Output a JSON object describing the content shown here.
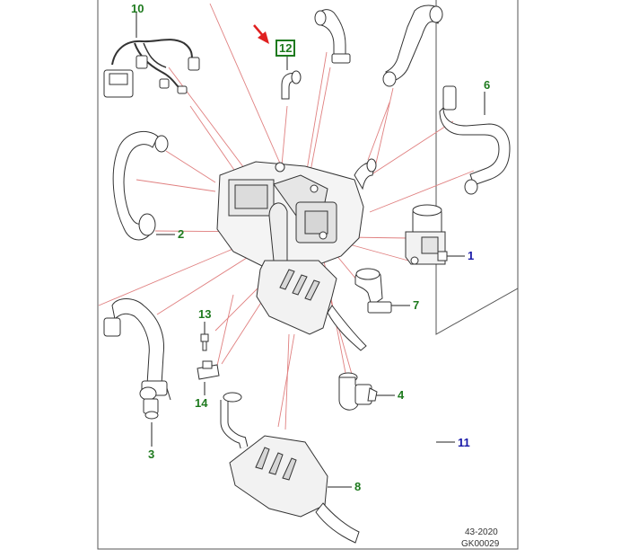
{
  "callouts": {
    "c1": "1",
    "c2": "2",
    "c3": "3",
    "c4": "4",
    "c6": "6",
    "c7": "7",
    "c8": "8",
    "c10": "10",
    "c11": "11",
    "c12": "12",
    "c13": "13",
    "c14": "14"
  },
  "footer": {
    "date_code": "43-2020",
    "figure_id": "GK00029"
  },
  "colors": {
    "callout_green": "#1e7a1e",
    "callout_blue": "#1a1aa8",
    "leader_red": "#e08080",
    "pointer_arrow": "#e02020",
    "part_stroke": "#333333",
    "frame_stroke": "#555555"
  }
}
